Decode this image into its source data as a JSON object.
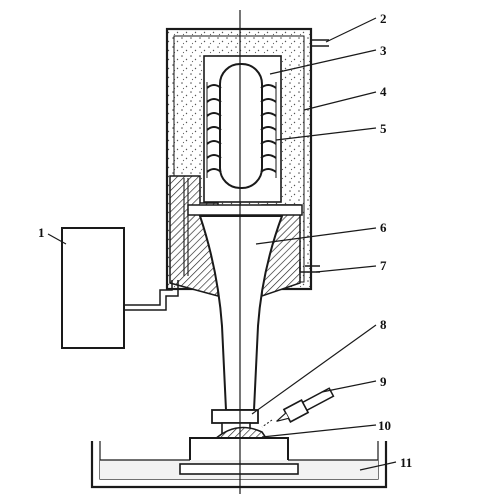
{
  "labels": [
    "1",
    "2",
    "3",
    "4",
    "5",
    "6",
    "7",
    "8",
    "9",
    "10",
    "11"
  ],
  "colors": {
    "ink": "#1a1a1a",
    "paper": "#ffffff",
    "speckle": "#555555",
    "liquid": "#f2f2f2"
  }
}
